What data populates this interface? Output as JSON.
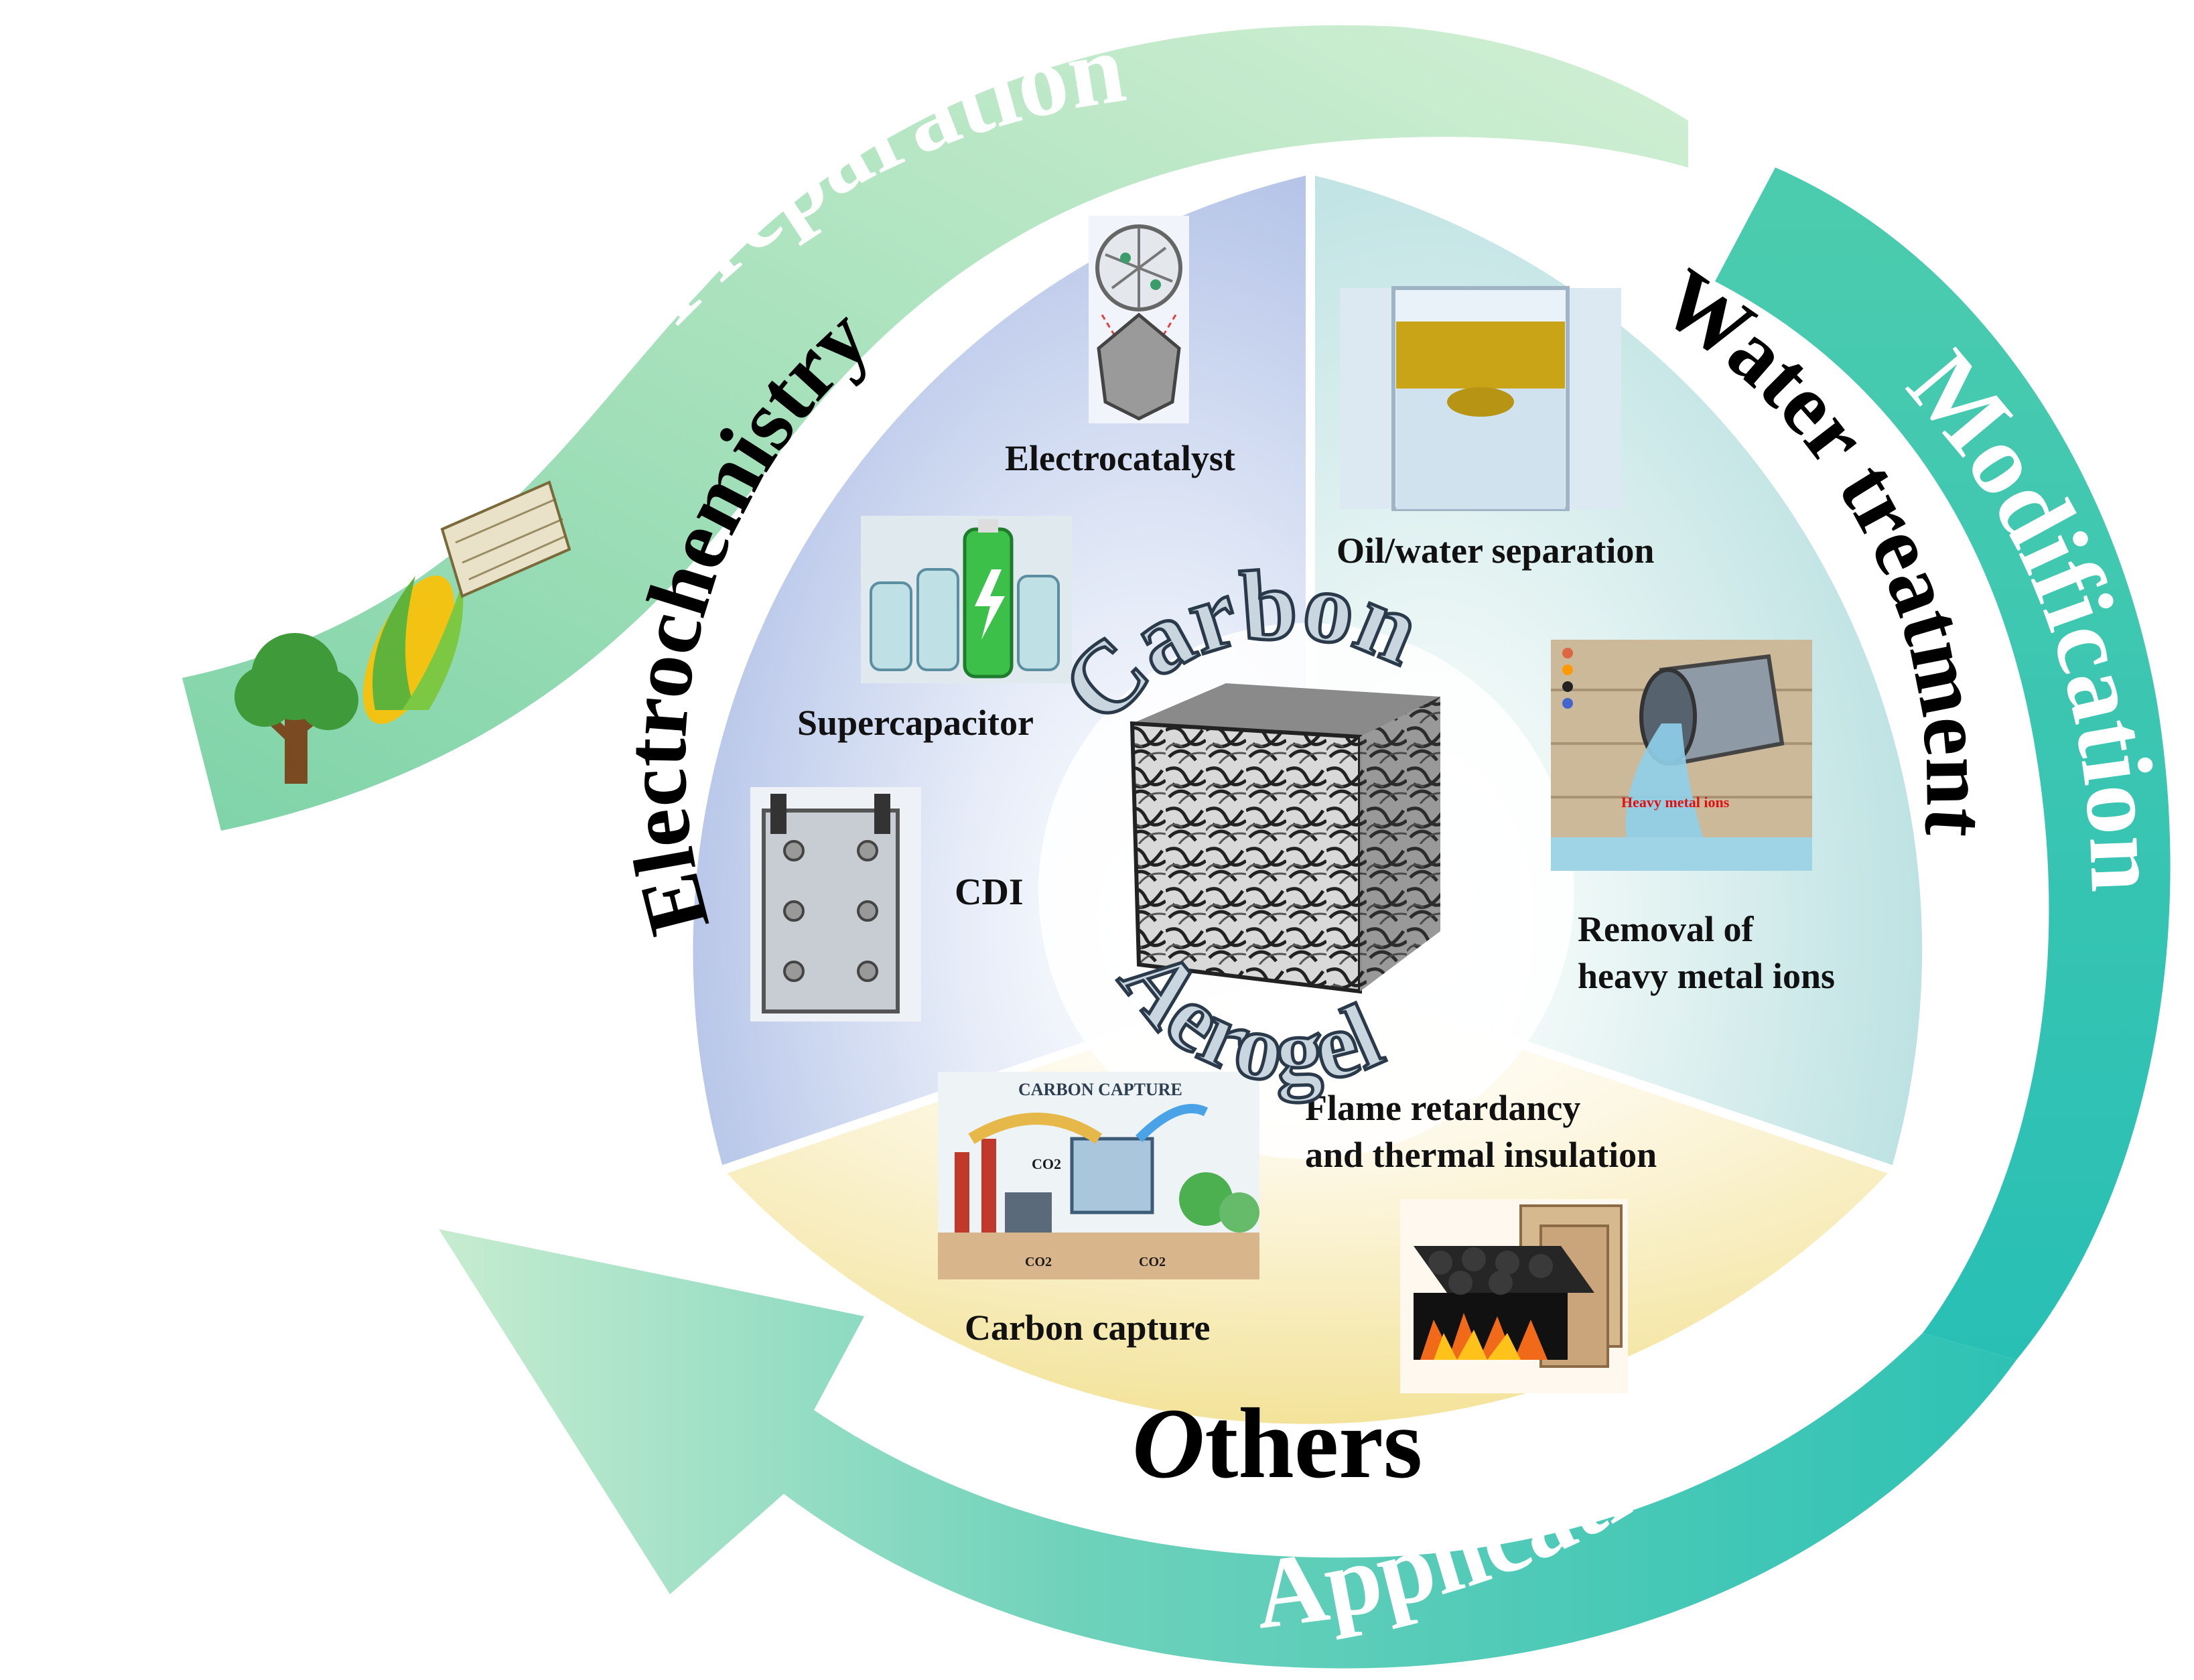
{
  "cycle": {
    "stage_1": "Preparation",
    "stage_2": "Modification",
    "stage_3": "Application"
  },
  "center": {
    "word_top": "Carbon",
    "word_bottom": "Aerogel"
  },
  "sectors": {
    "electrochemistry": {
      "title": "Electrochemistry",
      "items": [
        "Electrocatalyst",
        "Supercapacitor",
        "CDI"
      ]
    },
    "water": {
      "title": "Water treatment",
      "items": [
        "Oil/water separation",
        "Removal of",
        "heavy metal ions"
      ],
      "image_label": "Heavy metal ions"
    },
    "others": {
      "title_first": "O",
      "title_rest": "thers",
      "items": [
        "Flame retardancy",
        "and thermal insulation",
        "Carbon capture"
      ],
      "image_title": "CARBON CAPTURE",
      "co2": "CO2"
    }
  },
  "colors": {
    "arrow_light": "#b7e4c0",
    "arrow_dark": "#2fc4b2",
    "electro_bg": "#b8c6ea",
    "water_bg": "#c4e6e8",
    "others_bg": "#f7ecb8"
  }
}
